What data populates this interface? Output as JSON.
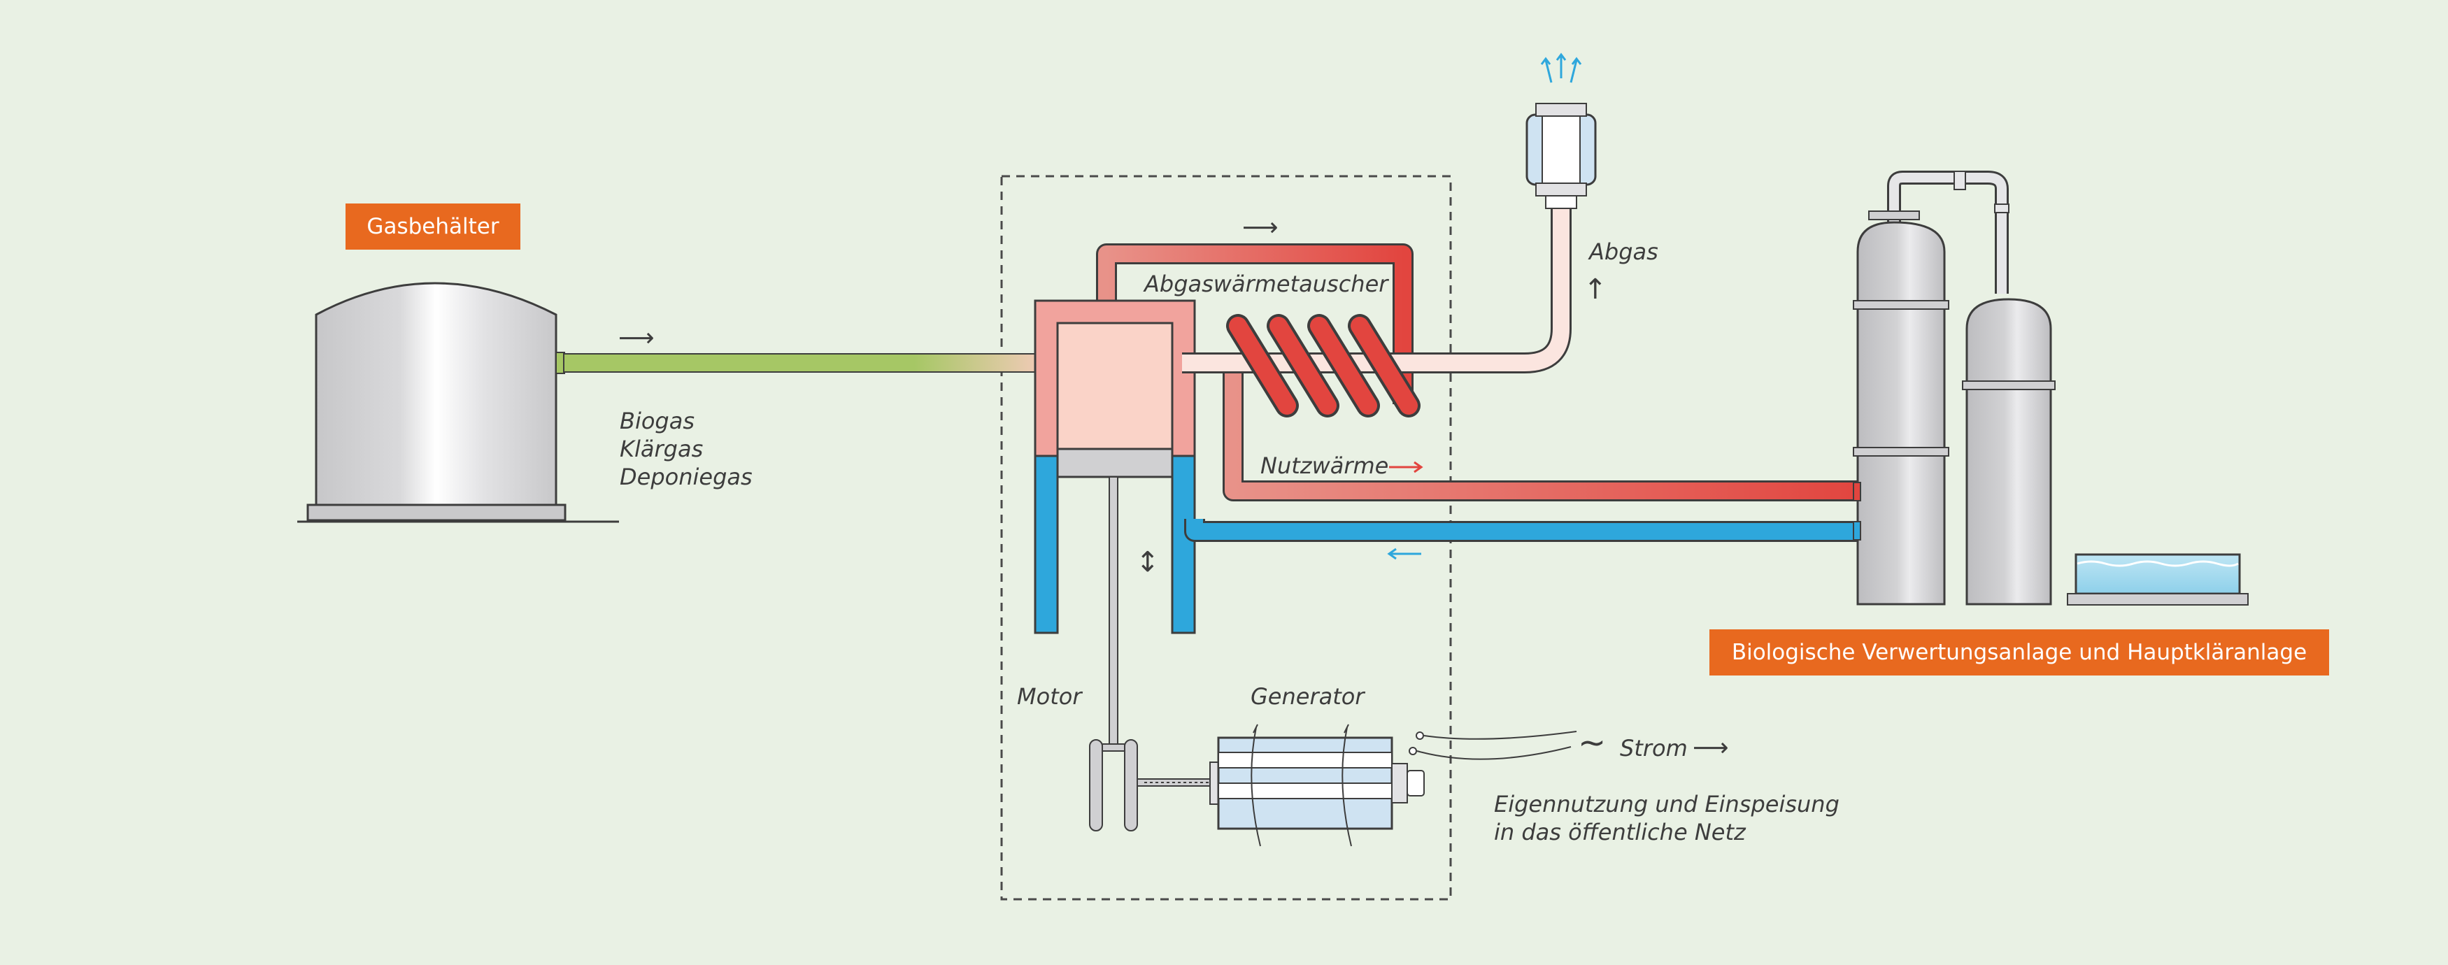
{
  "badges": {
    "gas_container": "Gasbehälter",
    "plant": "Biologische Verwertungsanlage und Hauptkläranlage"
  },
  "labels": {
    "gas_types": [
      "Biogas",
      "Klärgas",
      "Deponiegas"
    ],
    "heat_exchanger": "Abgaswärmetauscher",
    "exhaust": "Abgas",
    "useful_heat": "Nutzwärme",
    "motor": "Motor",
    "generator": "Generator",
    "power": "Strom",
    "usage": [
      "Eigennutzung und Einspeisung",
      "in das öffentliche Netz"
    ]
  },
  "colors": {
    "background": "#e9f1e4",
    "badge": "#e8691f",
    "hot": "#e2453f",
    "hot_light": "#f1a39d",
    "cold": "#2ea7dc",
    "gas": "#a6c765",
    "steel": "#c9c9cb"
  },
  "icons": [
    "right-arrow-icon",
    "up-arrow-icon",
    "up-down-arrow-icon",
    "tilde-icon"
  ]
}
